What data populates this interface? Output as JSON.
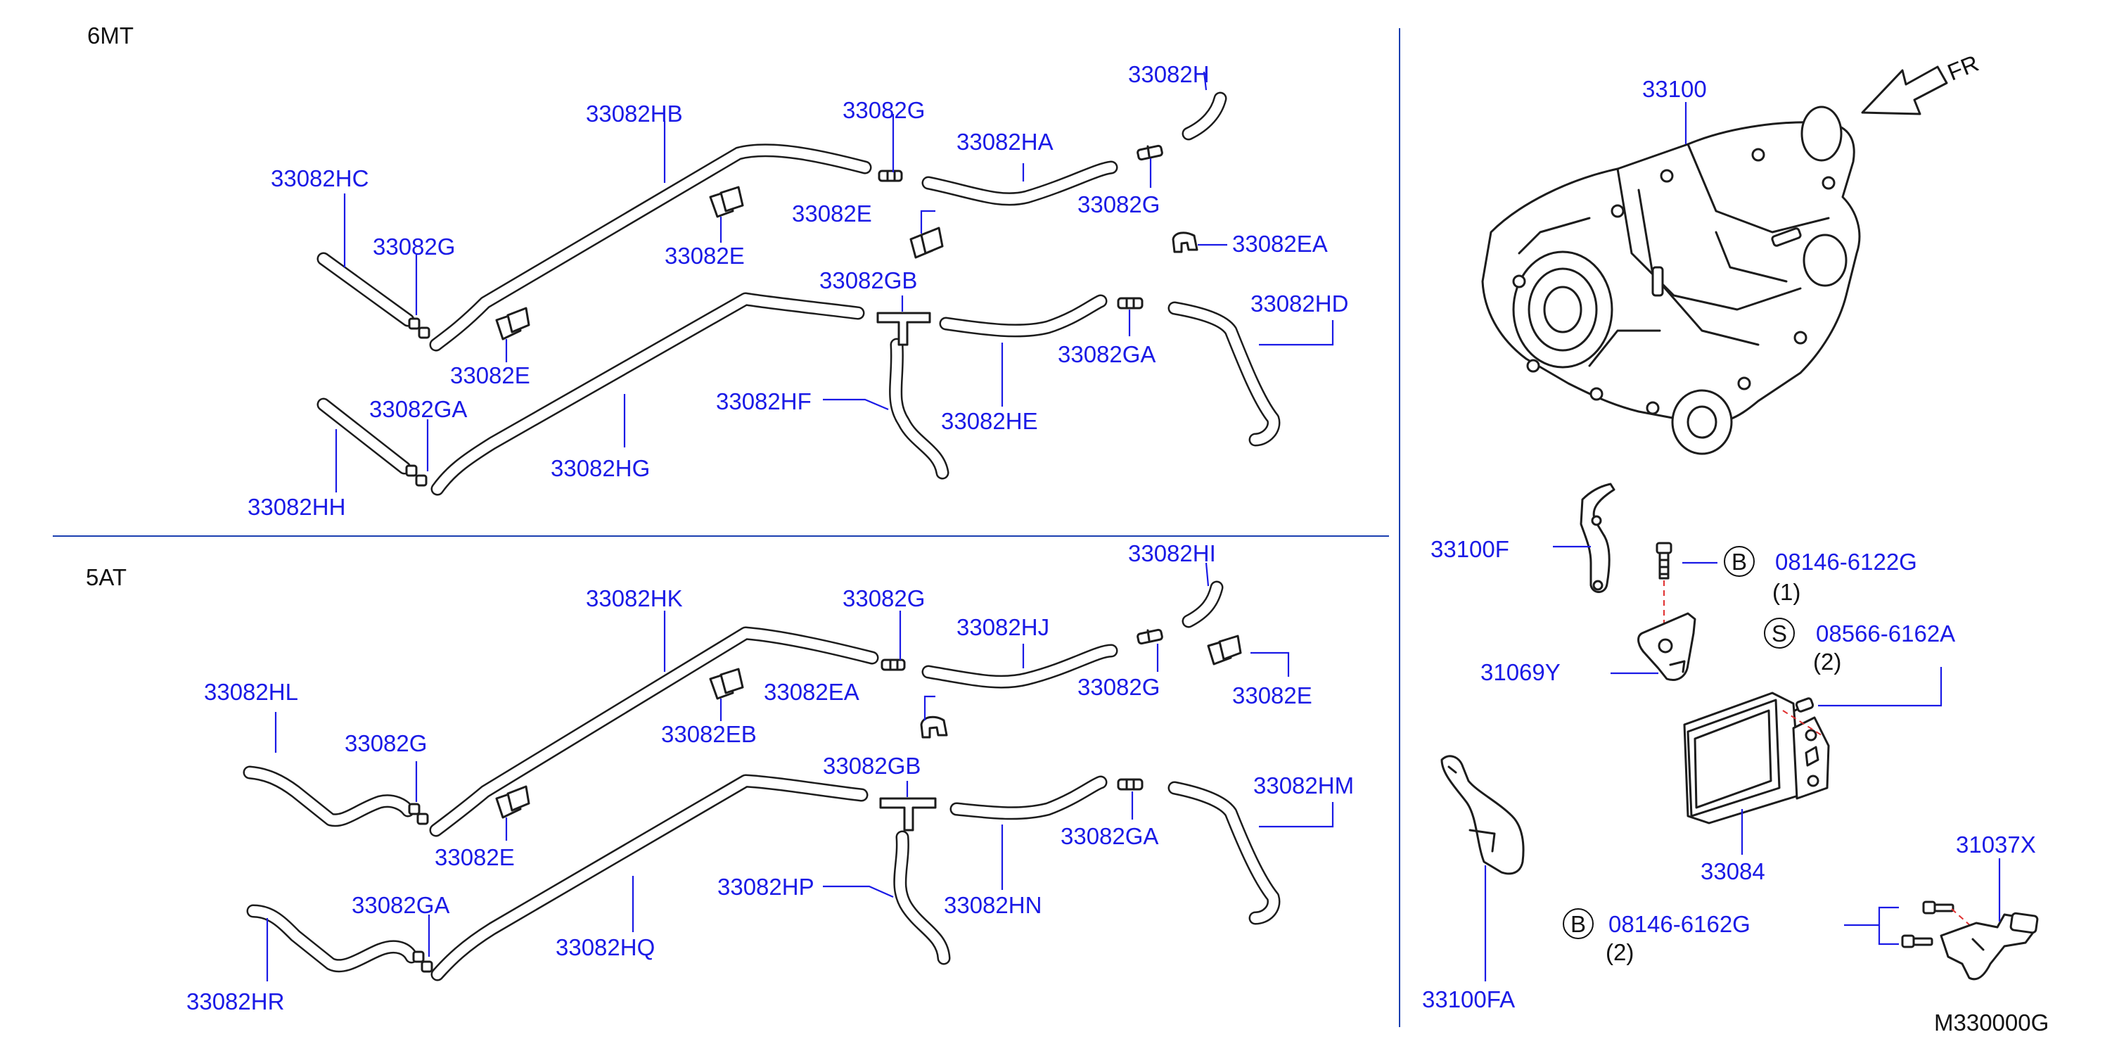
{
  "colors": {
    "part_number": "#1a1ae6",
    "line": "#1c1c1c",
    "separator": "#1a3fb0",
    "dashed_axis": "#e03030"
  },
  "sections": {
    "upper": "6MT",
    "lower": "5AT"
  },
  "direction_label": "FR",
  "diagram_code": "M330000G",
  "labels_6mt": {
    "hc": "33082HC",
    "g1": "33082G",
    "e1": "33082E",
    "hb": "33082HB",
    "e2": "33082E",
    "g2": "33082G",
    "e3": "33082E",
    "ha": "33082HA",
    "h": "33082H",
    "g3": "33082G",
    "ea": "33082EA",
    "gb": "33082GB",
    "hd": "33082HD",
    "ga1": "33082GA",
    "hf": "33082HF",
    "he": "33082HE",
    "ga2": "33082GA",
    "hh": "33082HH",
    "hg": "33082HG"
  },
  "labels_5at": {
    "hl": "33082HL",
    "g1": "33082G",
    "e1": "33082E",
    "hk": "33082HK",
    "eb": "33082EB",
    "g2": "33082G",
    "ea": "33082EA",
    "hj": "33082HJ",
    "hi": "33082HI",
    "g3": "33082G",
    "e2": "33082E",
    "gb": "33082GB",
    "hm": "33082HM",
    "ga1": "33082GA",
    "hp": "33082HP",
    "hn": "33082HN",
    "ga2": "33082GA",
    "hr": "33082HR",
    "hq": "33082HQ"
  },
  "transfer": {
    "assembly": "33100",
    "bracket_f": "33100F",
    "bracket_fa": "33100FA",
    "bracket_y": "31069Y",
    "control_unit": "33084",
    "sensor": "31037X",
    "bolt1": {
      "symbol": "B",
      "part": "08146-6122G",
      "qty": "(1)"
    },
    "screw": {
      "symbol": "S",
      "part": "08566-6162A",
      "qty": "(2)"
    },
    "bolt2": {
      "symbol": "B",
      "part": "08146-6162G",
      "qty": "(2)"
    }
  },
  "icons": [
    "fr-arrow-icon",
    "hose-icon",
    "clip-icon",
    "connector-icon",
    "bolt-icon"
  ]
}
